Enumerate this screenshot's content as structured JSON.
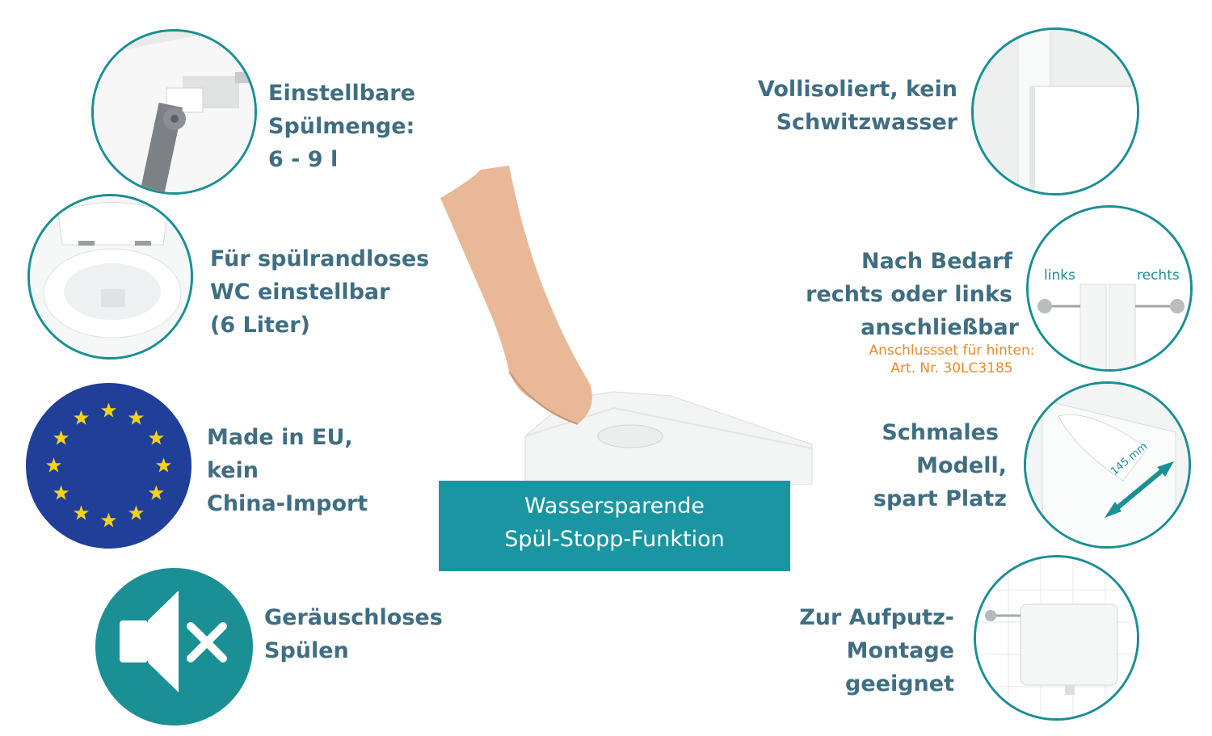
{
  "features": {
    "flush_volume": {
      "lines": [
        "Einstellbare",
        "Spülmenge:",
        "6 - 9 l"
      ]
    },
    "rimless": {
      "lines": [
        "Für spülrandloses",
        "WC einstellbar",
        "(6 Liter)"
      ]
    },
    "made_in_eu": {
      "lines": [
        "Made in EU,",
        "kein",
        "China-Import"
      ]
    },
    "silent": {
      "lines": [
        "Geräuschloses",
        "Spülen"
      ]
    },
    "insulated": {
      "lines": [
        "Vollisoliert, kein",
        "Schwitzwasser"
      ]
    },
    "connection": {
      "lines": [
        "Nach Bedarf",
        "rechts oder links",
        "anschließbar"
      ]
    },
    "connection_note": {
      "lines": [
        "Anschlussset für hinten:",
        "Art. Nr. 30LC3185"
      ]
    },
    "connection_tags": {
      "left": "links",
      "right": "rechts"
    },
    "slim": {
      "lines": [
        "Schmales",
        "Modell,",
        "spart Platz"
      ],
      "dimension": "145 mm"
    },
    "surface_mount": {
      "lines": [
        "Zur Aufputz-",
        "Montage",
        "geeignet"
      ]
    }
  },
  "banner": {
    "lines": [
      "Wassersparende",
      "Spül-Stopp-Funktion"
    ]
  },
  "colors": {
    "teal": "#1a8f94",
    "text": "#3f6e82",
    "banner": "#1a95a2",
    "note": "#ec8a2a",
    "eu_blue": "#1f3f99",
    "eu_star": "#f5d21a"
  },
  "icons": [
    "cistern-valve-photo",
    "rimless-wc-photo",
    "eu-flag-icon",
    "speaker-mute-icon",
    "insulated-panel-photo",
    "connection-photo",
    "slim-cistern-photo",
    "wall-cistern-photo",
    "hand-pressing-cistern-photo"
  ]
}
